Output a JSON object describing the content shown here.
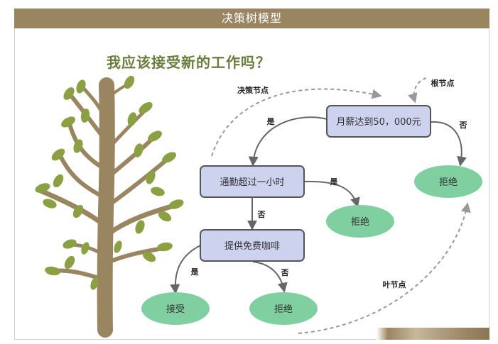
{
  "header": {
    "title": "决策树模型"
  },
  "question": "我应该接受新的工作吗？",
  "annotations": {
    "decision_node": "决策节点",
    "root_node": "根节点",
    "leaf_node": "叶节点"
  },
  "nodes": {
    "salary": "月薪达到50，000元",
    "commute": "通勤超过一小时",
    "coffee": "提供免费咖啡",
    "reject_1": "拒绝",
    "reject_2": "拒绝",
    "accept": "接受",
    "reject_3": "拒绝"
  },
  "edges": {
    "salary_yes": "是",
    "salary_no": "否",
    "commute_yes": "是",
    "commute_no": "否",
    "coffee_yes": "是",
    "coffee_no": "否"
  },
  "colors": {
    "title_bar": "#9a8561",
    "question": "#6a7d3c",
    "decision_fill": "#cdd3ee",
    "decision_stroke": "#555555",
    "leaf_fill": "#7fcfa0",
    "trunk": "#9a8561",
    "leaf": "#8aa043"
  }
}
